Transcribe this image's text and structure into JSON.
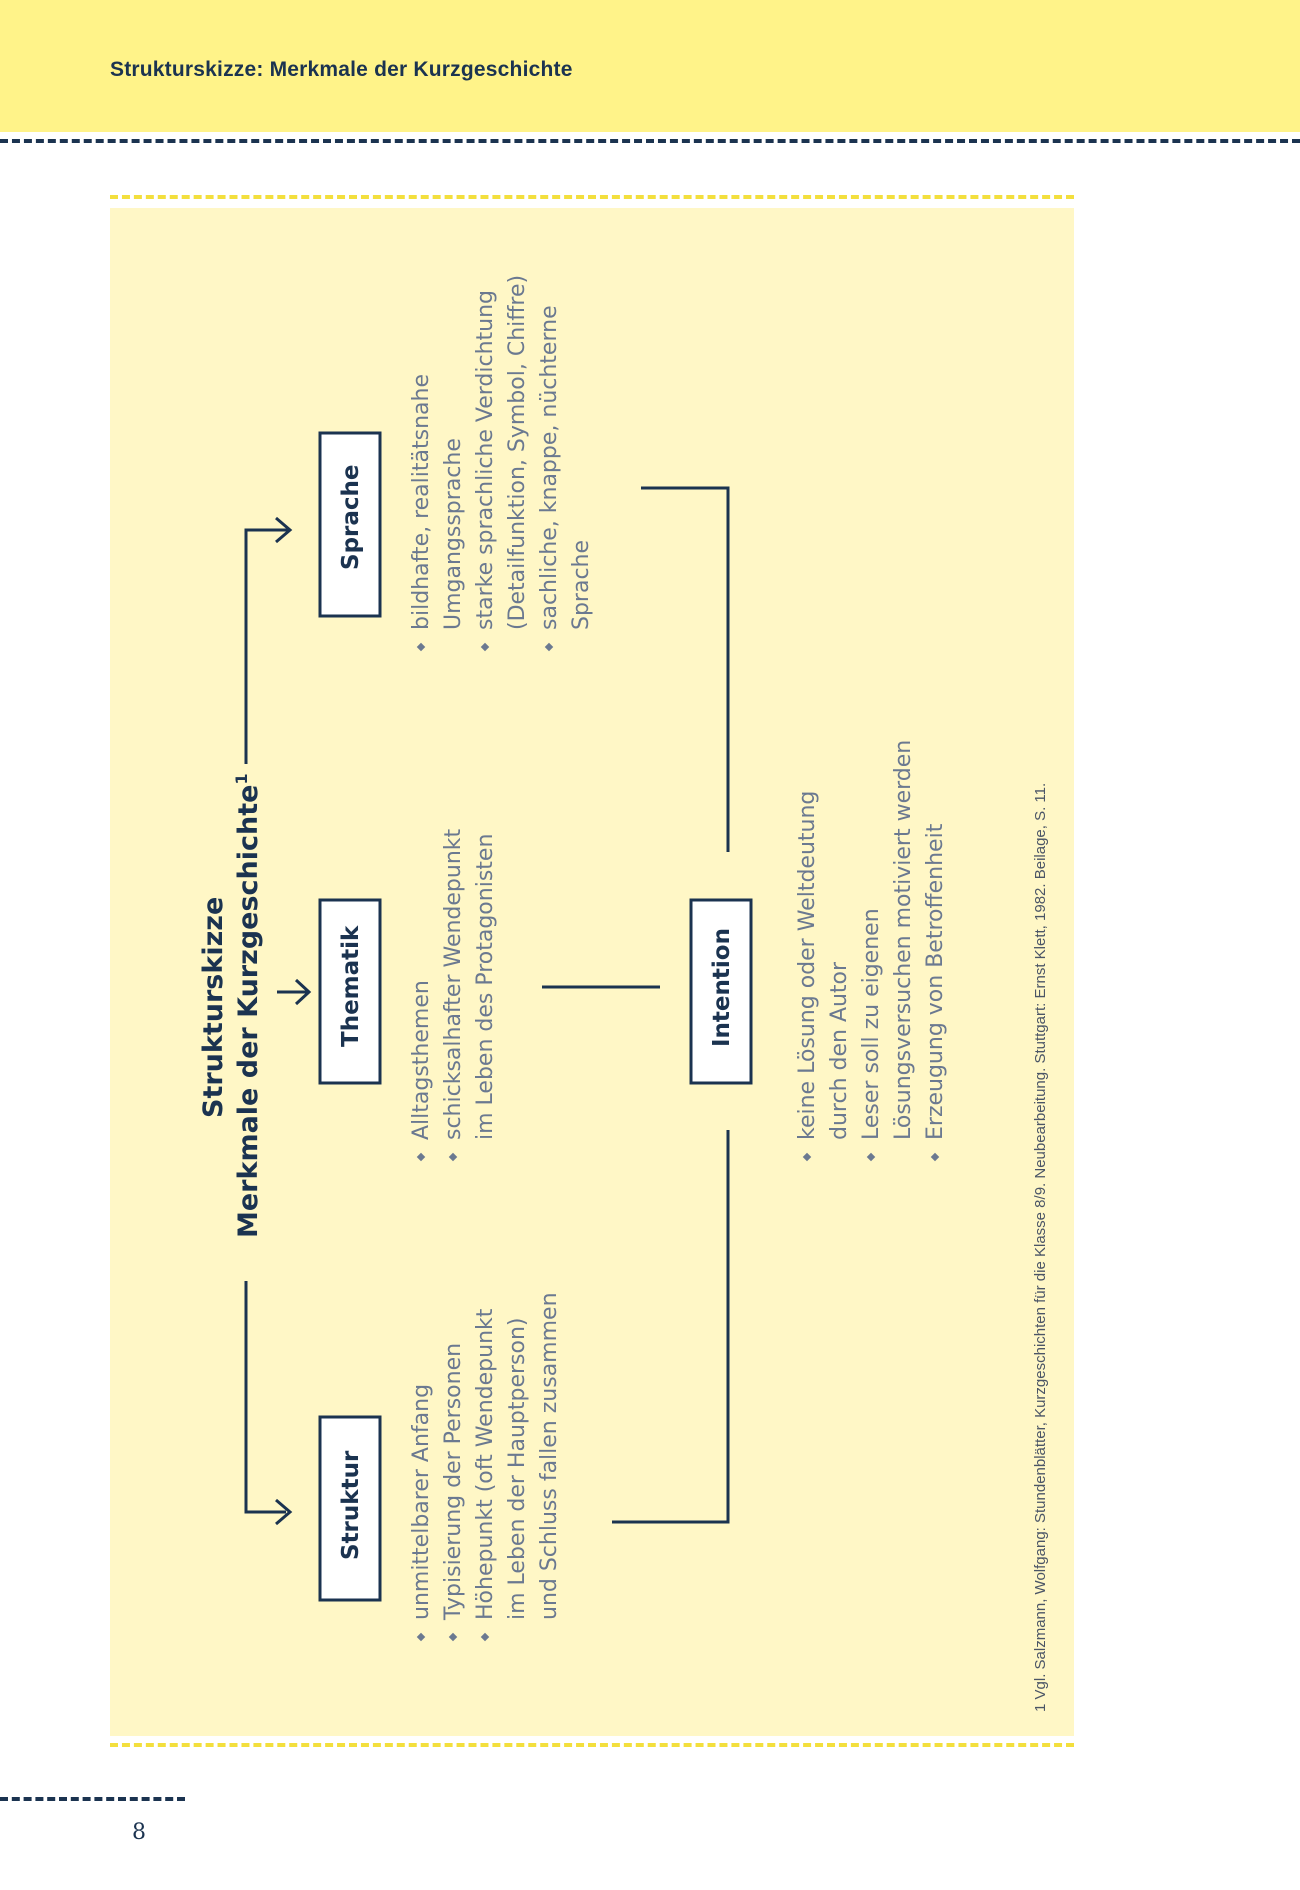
{
  "header": {
    "title": "Strukturskizze: Merkmale der Kurzgeschichte"
  },
  "diagram": {
    "title_line1": "Strukturskizze",
    "title_line2": "Merkmale der Kurzgeschichte",
    "title_sup": "1",
    "struktur": {
      "label": "Struktur",
      "lines": [
        "unmittelbarer Anfang",
        "Typisierung der Personen",
        "Höhepunkt (oft Wendepunkt",
        "im Leben der Hauptperson)",
        "und Schluss fallen zusammen"
      ]
    },
    "thematik": {
      "label": "Thematik",
      "lines": [
        "Alltagsthemen",
        "schicksalhafter Wendepunkt",
        "im Leben des Protagonisten"
      ]
    },
    "sprache": {
      "label": "Sprache",
      "lines": [
        "bildhafte, realitätsnahe",
        "Umgangssprache",
        "starke sprachliche Verdichtung",
        "(Detailfunktion, Symbol, Chiffre)",
        "sachliche, knappe, nüchterne",
        "Sprache"
      ]
    },
    "intention": {
      "label": "Intention",
      "lines": [
        "keine Lösung oder Weltdeutung",
        "durch den Autor",
        "Leser soll zu eigenen",
        "Lösungsversuchen motiviert werden",
        "Erzeugung von Betroffenheit"
      ]
    }
  },
  "footnote": "1 Vgl. Salzmann, Wolfgang: Stundenblätter, Kurzgeschichten für die Klasse 8/9. Neubearbeitung. Stuttgart: Ernst Klett, 1982. Beilage, S. 11.",
  "page_number": "8"
}
